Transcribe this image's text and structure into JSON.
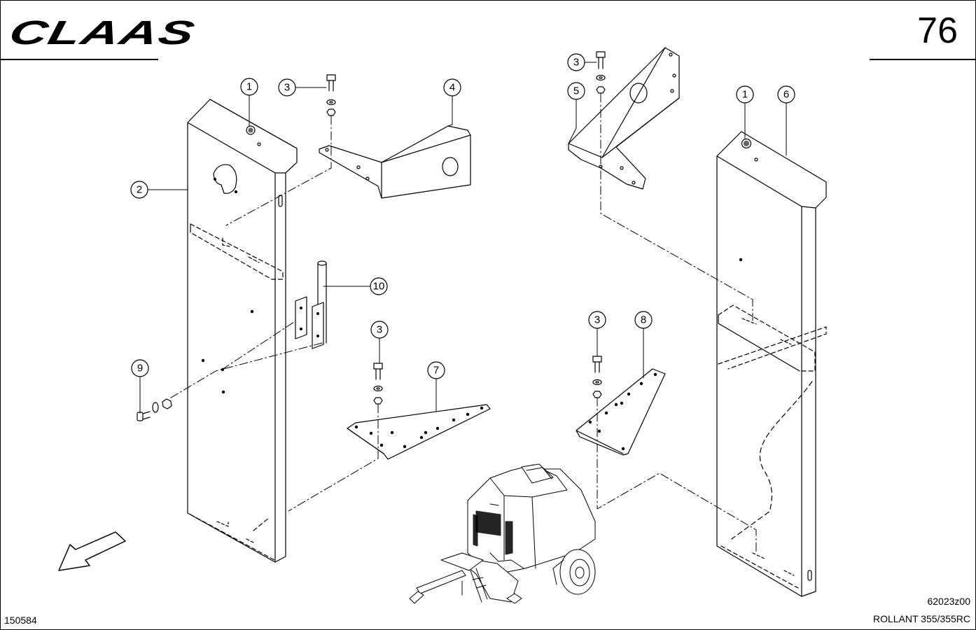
{
  "header": {
    "brand": "CLAAS",
    "page_number": "76"
  },
  "footer": {
    "doc_id": "150584",
    "drawing_code": "62023z00",
    "model": "ROLLANT 355/355RC"
  },
  "callouts": {
    "c1a": "1",
    "c1b": "1",
    "c2": "2",
    "c3a": "3",
    "c3b": "3",
    "c3c": "3",
    "c3d": "3",
    "c4": "4",
    "c5": "5",
    "c6": "6",
    "c7": "7",
    "c8": "8",
    "c9": "9",
    "c10": "10"
  },
  "colors": {
    "ink": "#000000",
    "paper": "#ffffff"
  }
}
